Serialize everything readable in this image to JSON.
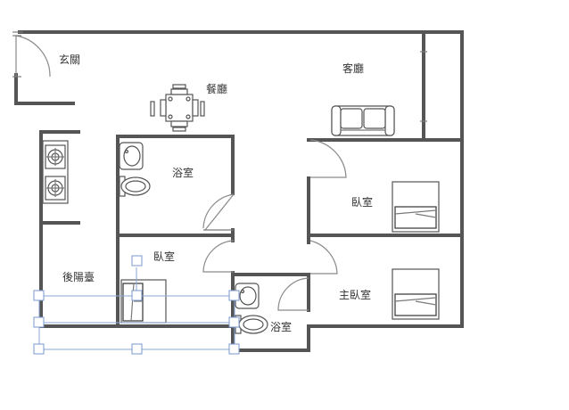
{
  "rooms": {
    "entrance": "玄關",
    "dining": "餐廳",
    "living": "客廳",
    "bath_top": "浴室",
    "bedroom_right_top": "臥室",
    "bedroom_left": "臥室",
    "back_balcony": "後陽臺",
    "master_bedroom": "主臥室",
    "bath_bottom": "浴室"
  }
}
